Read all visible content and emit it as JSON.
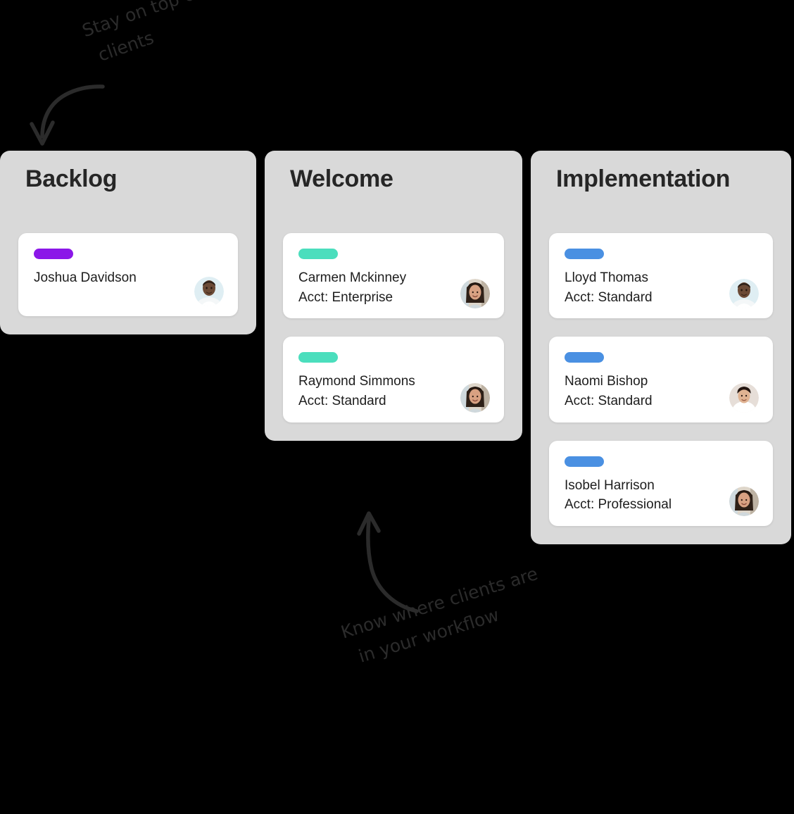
{
  "board": {
    "columns": [
      {
        "id": "backlog",
        "title": "Backlog",
        "cards": [
          {
            "name": "Joshua Davidson",
            "account": "",
            "label_color": "#8B17E8",
            "avatar": "avatar-joshua-davidson"
          }
        ]
      },
      {
        "id": "welcome",
        "title": "Welcome",
        "cards": [
          {
            "name": "Carmen Mckinney",
            "account": "Acct: Enterprise",
            "label_color": "#4BDEBD",
            "avatar": "avatar-carmen-mckinney"
          },
          {
            "name": "Raymond Simmons",
            "account": "Acct: Standard",
            "label_color": "#4BDEBD",
            "avatar": "avatar-raymond-simmons"
          }
        ]
      },
      {
        "id": "implementation",
        "title": "Implementation",
        "cards": [
          {
            "name": "Lloyd Thomas",
            "account": "Acct: Standard",
            "label_color": "#4A90E2",
            "avatar": "avatar-lloyd-thomas"
          },
          {
            "name": "Naomi Bishop",
            "account": "Acct: Standard",
            "label_color": "#4A90E2",
            "avatar": "avatar-naomi-bishop"
          },
          {
            "name": "Isobel Harrison",
            "account": "Acct: Professional",
            "label_color": "#4A90E2",
            "avatar": "avatar-isobel-harrison"
          }
        ]
      }
    ]
  },
  "annotations": {
    "top": {
      "line1": "Stay on top of new",
      "line2": "clients",
      "arrow": "curved-arrow-down-icon"
    },
    "bottom": {
      "line1": "Know where clients are",
      "line2": "in your workflow",
      "arrow": "curved-arrow-up-icon"
    }
  },
  "colors": {
    "background": "#000000",
    "column_background": "#d9d9d9",
    "card_background": "#ffffff",
    "header_text": "#262626",
    "card_text": "#1d1d1d",
    "annotation_ink": "#2b2b2b"
  }
}
